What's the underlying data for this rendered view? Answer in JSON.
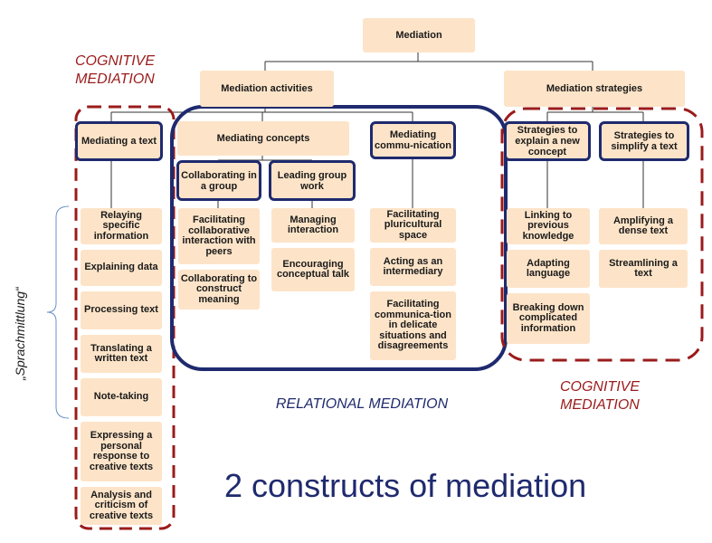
{
  "root": "Mediation",
  "level1": [
    "Mediation activities",
    "Mediation strategies"
  ],
  "activities": {
    "mediating_text": {
      "label": "Mediating a text",
      "items": [
        "Relaying specific information",
        "Explaining data",
        "Processing text",
        "Translating a written text",
        "Note-taking",
        "Expressing a personal response to creative texts",
        "Analysis and criticism of creative texts"
      ]
    },
    "mediating_concepts": {
      "label": "Mediating concepts",
      "collaborating": {
        "label": "Collaborating in a group",
        "items": [
          "Facilitating collaborative interaction with peers",
          "Collaborating to construct meaning"
        ]
      },
      "leading": {
        "label": "Leading group work",
        "items": [
          "Managing interaction",
          "Encouraging conceptual talk"
        ]
      }
    },
    "mediating_communication": {
      "label": "Mediating commu-nication",
      "items": [
        "Facilitating pluricultural space",
        "Acting as an intermediary",
        "Facilitating communica-tion in delicate situations and disagreements"
      ]
    }
  },
  "strategies": {
    "explain": {
      "label": "Strategies to explain a new concept",
      "items": [
        "Linking to previous knowledge",
        "Adapting language",
        "Breaking down complicated information"
      ]
    },
    "simplify": {
      "label": "Strategies to simplify a text",
      "items": [
        "Amplifying a dense text",
        "Streamlining a text"
      ]
    }
  },
  "labels": {
    "cognitive_top": "COGNITIVE MEDIATION",
    "cognitive_bottom": "COGNITIVE MEDIATION",
    "relational": "RELATIONAL MEDIATION",
    "sprachmittlung": "„Sprachmittlung“",
    "title": "2 constructs of mediation"
  },
  "colors": {
    "box": "#fde4c8",
    "navy": "#1f2a6e",
    "red": "#9b1b1b"
  }
}
